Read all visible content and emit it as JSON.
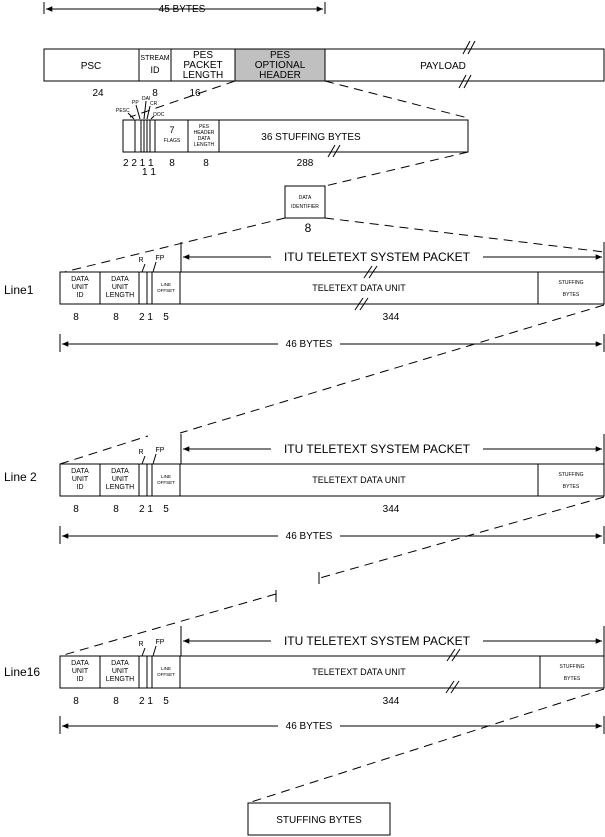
{
  "top": {
    "bytes_label": "45 BYTES",
    "psc": "PSC",
    "stream_id": [
      "STREAM",
      "ID"
    ],
    "pes_packet_length": [
      "PES",
      "PACKET",
      "LENGTH"
    ],
    "pes_optional_header": [
      "PES",
      "OPTIONAL",
      "HEADER"
    ],
    "payload": "PAYLOAD",
    "bits_psc": "24",
    "bits_stream": "8",
    "bits_length": "16"
  },
  "header": {
    "pesc": "PESC",
    "pp": "PP",
    "dai": "DAI",
    "cr": "CR",
    "ooc": "OOC",
    "flags": [
      "7",
      "FLAGS"
    ],
    "hdr_len": [
      "PES",
      "HEADER",
      "DATA",
      "LENGTH"
    ],
    "stuffing": "36 STUFFING BYTES",
    "bits_row1": "2 2 1 1",
    "bits_row2": "1  1",
    "bits_flags": "8",
    "bits_hdrlen": "8",
    "bits_stuffing": "288"
  },
  "data_identifier": {
    "label": [
      "DATA",
      "IDENTIFIER"
    ],
    "bits": "8"
  },
  "lines": [
    {
      "name": "Line1",
      "packet_label": "ITU TELETEXT SYSTEM PACKET",
      "r": "R",
      "fp": "FP",
      "data_unit_id": [
        "DATA",
        "UNIT",
        "ID"
      ],
      "data_unit_length": [
        "DATA",
        "UNIT",
        "LENGTH"
      ],
      "line_offset": [
        "LINE",
        "OFFSET"
      ],
      "teletext_unit": "TELETEXT DATA UNIT",
      "stuffing": [
        "STUFFING",
        "BYTES"
      ],
      "bits": [
        "8",
        "8",
        "2 1",
        "5",
        "344"
      ],
      "bytes_label": "46 BYTES"
    },
    {
      "name": "Line 2",
      "packet_label": "ITU TELETEXT SYSTEM PACKET",
      "r": "R",
      "fp": "FP",
      "data_unit_id": [
        "DATA",
        "UNIT",
        "ID"
      ],
      "data_unit_length": [
        "DATA",
        "UNIT",
        "LENGTH"
      ],
      "line_offset": [
        "LINE",
        "OFFSET"
      ],
      "teletext_unit": "TELETEXT DATA UNIT",
      "stuffing": [
        "STUFFING",
        "BYTES"
      ],
      "bits": [
        "8",
        "8",
        "2 1",
        "5",
        "344"
      ],
      "bytes_label": "46 BYTES"
    },
    {
      "name": "Line16",
      "packet_label": "ITU TELETEXT SYSTEM PACKET",
      "r": "R",
      "fp": "FP",
      "data_unit_id": [
        "DATA",
        "UNIT",
        "ID"
      ],
      "data_unit_length": [
        "DATA",
        "UNIT",
        "LENGTH"
      ],
      "line_offset": [
        "LINE",
        "OFFSET"
      ],
      "teletext_unit": "TELETEXT DATA UNIT",
      "stuffing": [
        "STUFFING",
        "BYTES"
      ],
      "bits": [
        "8",
        "8",
        "2 1",
        "5",
        "344"
      ],
      "bytes_label": "46 BYTES"
    }
  ],
  "bottom": {
    "stuffing": "STUFFING BYTES"
  }
}
